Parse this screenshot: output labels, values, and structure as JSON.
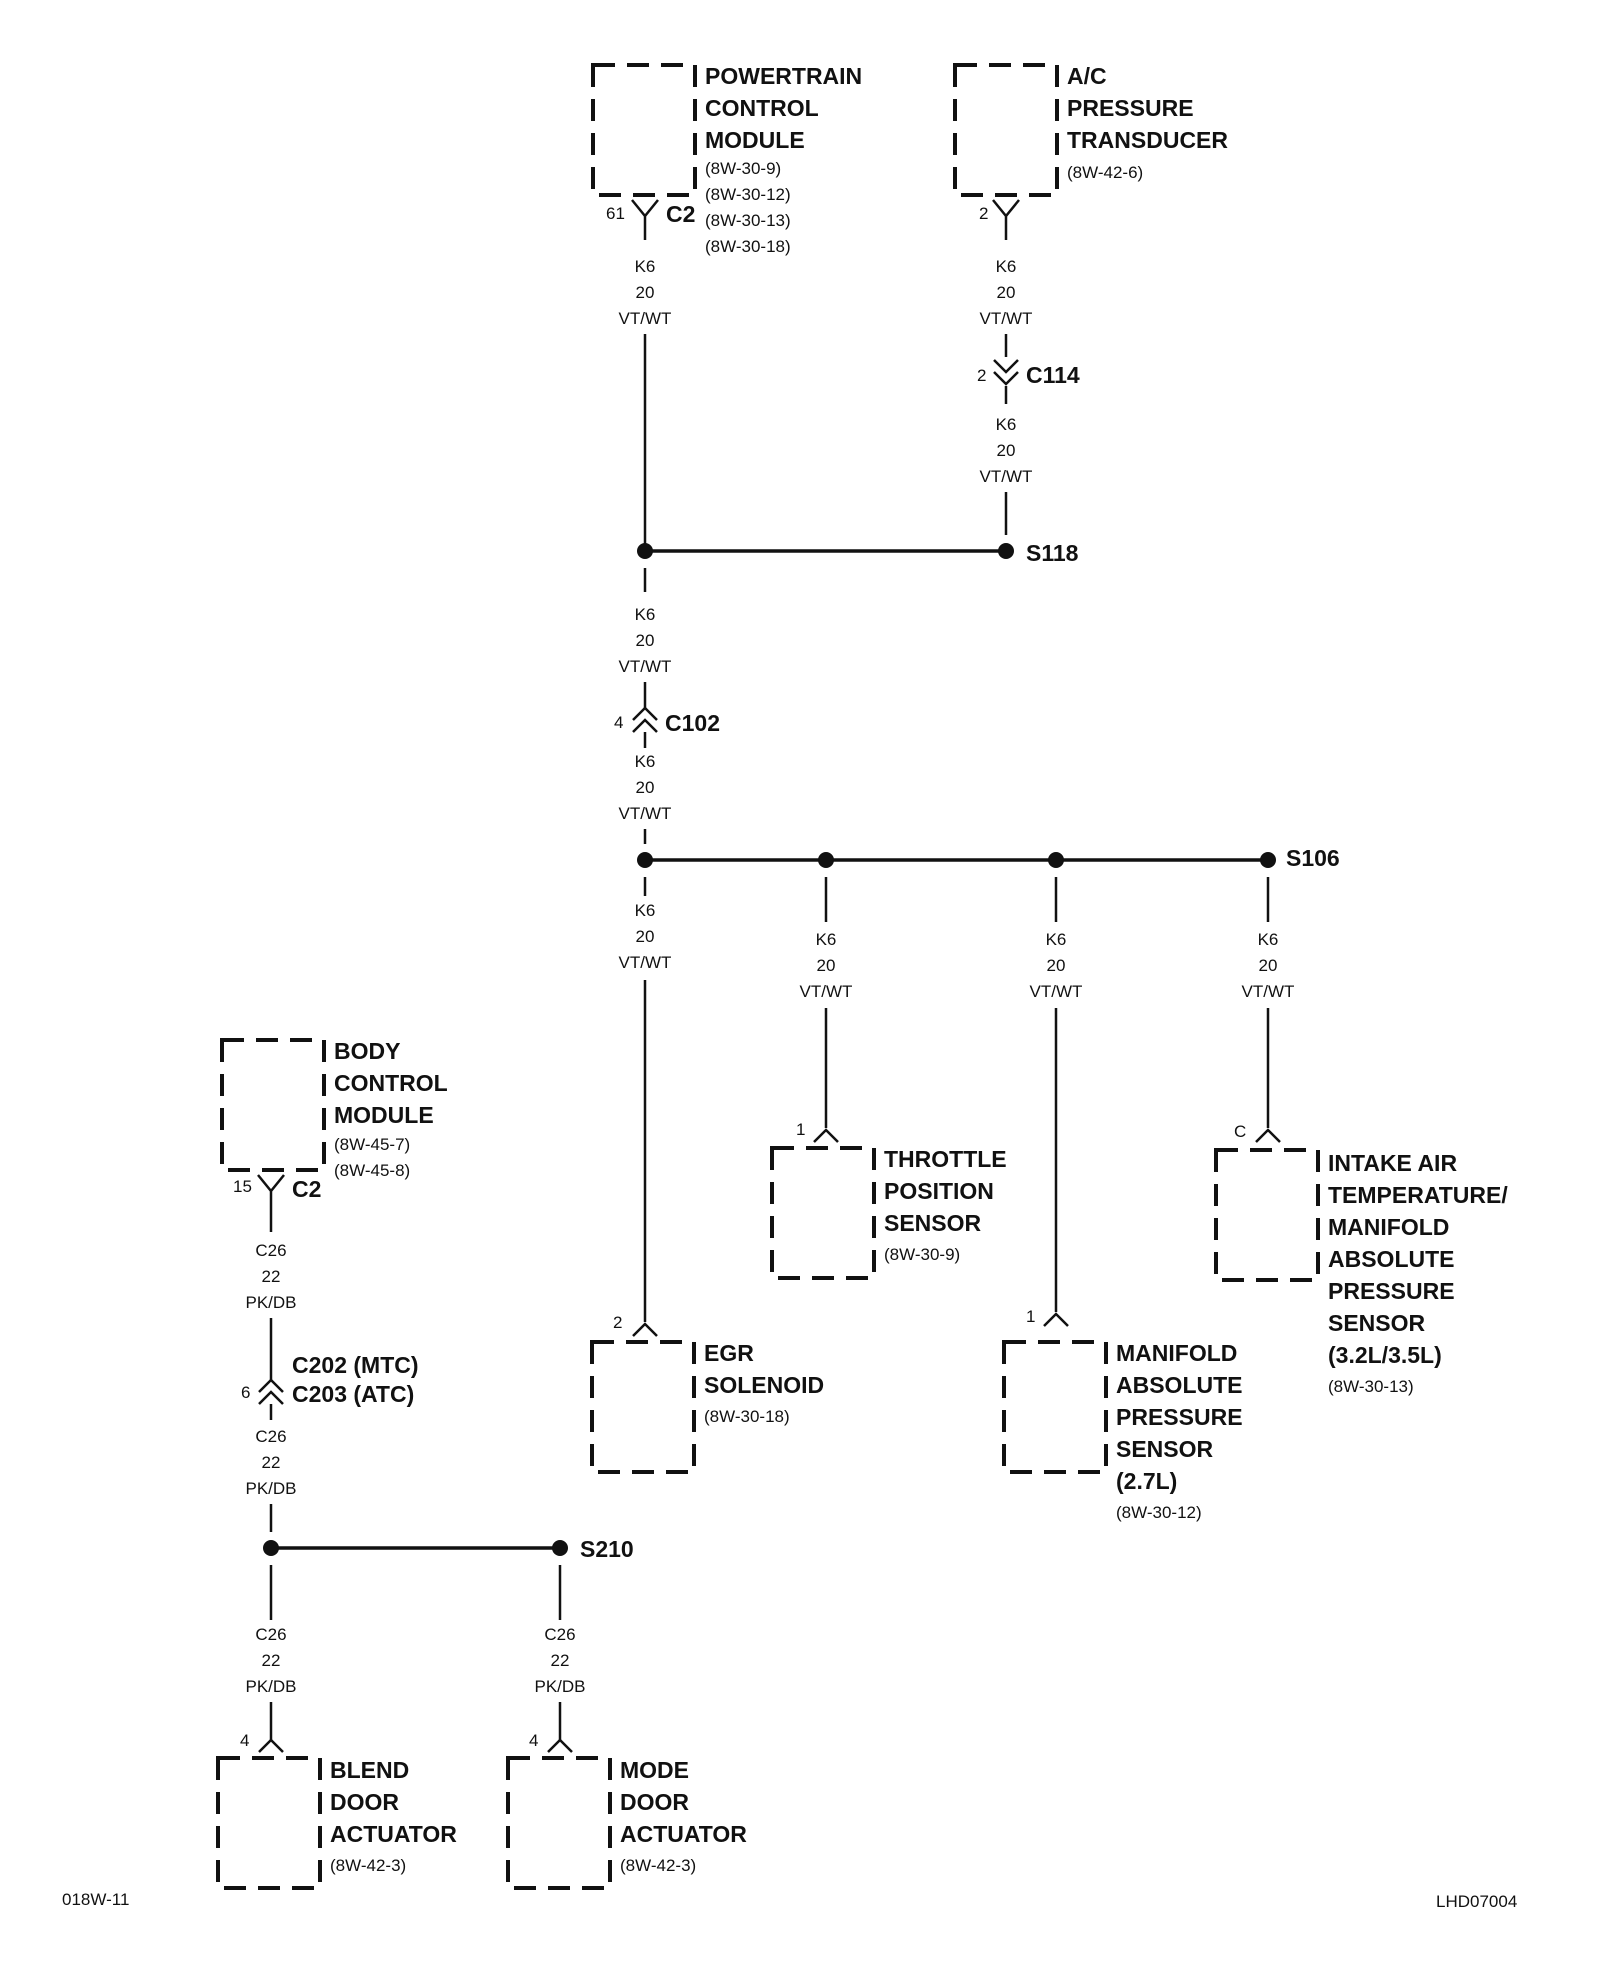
{
  "components": {
    "pcm": {
      "name": [
        "POWERTRAIN",
        "CONTROL",
        "MODULE"
      ],
      "refs": [
        "(8W-30-9)",
        "(8W-30-12)",
        "(8W-30-13)",
        "(8W-30-18)"
      ],
      "pin": "61",
      "connector": "C2"
    },
    "ac_transducer": {
      "name": [
        "A/C",
        "PRESSURE",
        "TRANSDUCER"
      ],
      "refs": [
        "(8W-42-6)"
      ],
      "pin": "2"
    },
    "bcm": {
      "name": [
        "BODY",
        "CONTROL",
        "MODULE"
      ],
      "refs": [
        "(8W-45-7)",
        "(8W-45-8)"
      ],
      "pin": "15",
      "connector": "C2"
    },
    "tps": {
      "name": [
        "THROTTLE",
        "POSITION",
        "SENSOR"
      ],
      "refs": [
        "(8W-30-9)"
      ],
      "pin": "1"
    },
    "iat_map": {
      "name": [
        "INTAKE AIR",
        "TEMPERATURE/",
        "MANIFOLD",
        "ABSOLUTE",
        "PRESSURE",
        "SENSOR",
        "(3.2L/3.5L)"
      ],
      "refs": [
        "(8W-30-13)"
      ],
      "pin": "C"
    },
    "egr": {
      "name": [
        "EGR",
        "SOLENOID"
      ],
      "refs": [
        "(8W-30-18)"
      ],
      "pin": "2"
    },
    "map": {
      "name": [
        "MANIFOLD",
        "ABSOLUTE",
        "PRESSURE",
        "SENSOR",
        "(2.7L)"
      ],
      "refs": [
        "(8W-30-12)"
      ],
      "pin": "1"
    },
    "blend": {
      "name": [
        "BLEND",
        "DOOR",
        "ACTUATOR"
      ],
      "refs": [
        "(8W-42-3)"
      ],
      "pin": "4"
    },
    "mode": {
      "name": [
        "MODE",
        "DOOR",
        "ACTUATOR"
      ],
      "refs": [
        "(8W-42-3)"
      ],
      "pin": "4"
    }
  },
  "wires": {
    "k6": [
      "K6",
      "20",
      "VT/WT"
    ],
    "c26": [
      "C26",
      "22",
      "PK/DB"
    ]
  },
  "inline_connectors": {
    "c114": {
      "pin": "2",
      "label": "C114"
    },
    "c102": {
      "pin": "4",
      "label": "C102"
    },
    "c202": {
      "pin": "6",
      "label1": "C202 (MTC)",
      "label2": "C203 (ATC)"
    }
  },
  "splices": {
    "s118": "S118",
    "s106": "S106",
    "s210": "S210"
  },
  "footer": {
    "left": "018W-11",
    "right": "LHD07004"
  }
}
